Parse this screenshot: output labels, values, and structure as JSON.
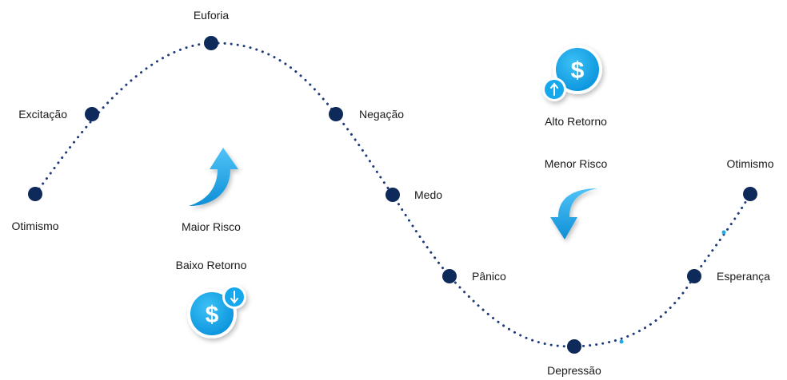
{
  "cycle": {
    "stages": [
      {
        "id": "otimismo-start",
        "label": "Otimismo"
      },
      {
        "id": "excitacao",
        "label": "Excitação"
      },
      {
        "id": "euforia",
        "label": "Euforia"
      },
      {
        "id": "negacao",
        "label": "Negação"
      },
      {
        "id": "medo",
        "label": "Medo"
      },
      {
        "id": "panico",
        "label": "Pânico"
      },
      {
        "id": "depressao",
        "label": "Depressão"
      },
      {
        "id": "esperanca",
        "label": "Esperança"
      },
      {
        "id": "otimismo-end",
        "label": "Otimismo"
      }
    ]
  },
  "annotations": {
    "maior_risco": "Maior Risco",
    "baixo_retorno": "Baixo Retorno",
    "alto_retorno": "Alto Retorno",
    "menor_risco": "Menor Risco",
    "currency_symbol": "$"
  },
  "colors": {
    "dot": "#0d2a5a",
    "curve": "#1e3a78",
    "accent": "#1fa9ea",
    "coin": "#16a8ec"
  },
  "icons": {
    "up_arrow": "curved-up-arrow-icon",
    "down_arrow": "curved-down-arrow-icon",
    "coin_up": "dollar-coin-up-icon",
    "coin_down": "dollar-coin-down-icon"
  }
}
